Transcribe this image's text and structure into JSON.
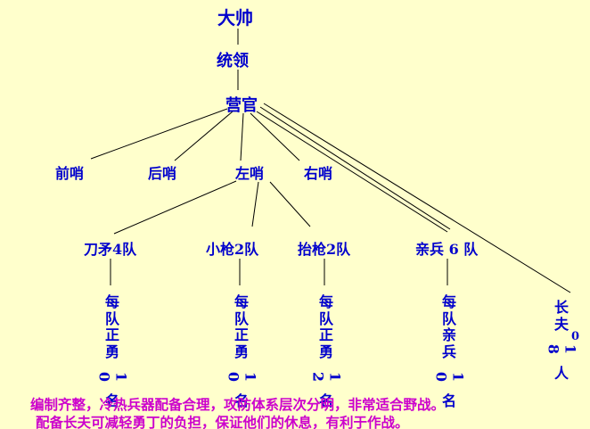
{
  "colors": {
    "background": "#ffffcc",
    "node_text": "#0000cc",
    "note_text": "#cc00cc",
    "line": "#000000"
  },
  "nodes": {
    "commander": "大帅",
    "leader": "统领",
    "camp_officer": "营官",
    "front_sentry": "前哨",
    "rear_sentry": "后哨",
    "left_sentry": "左哨",
    "right_sentry": "右哨",
    "sword_spear_team": "刀矛4队",
    "small_gun_team": "小枪2队",
    "carried_gun_team": "抬枪2队",
    "guard_team": "亲兵 6 队",
    "long_porters": "长夫18人"
  },
  "details": {
    "sword_spear_team": "每队正勇10名",
    "small_gun_team": "每队正勇10名",
    "carried_gun_team": "每队正勇12名",
    "guard_team": "每队亲兵10名",
    "long_porters_extra": "0"
  },
  "notes": {
    "line1": "编制齐整，冷热兵器配备合理，攻防体系层次分明，非常适合野战。",
    "line2": "配备长夫可减轻勇丁的负担，保证他们的休息，有利于作战。"
  }
}
